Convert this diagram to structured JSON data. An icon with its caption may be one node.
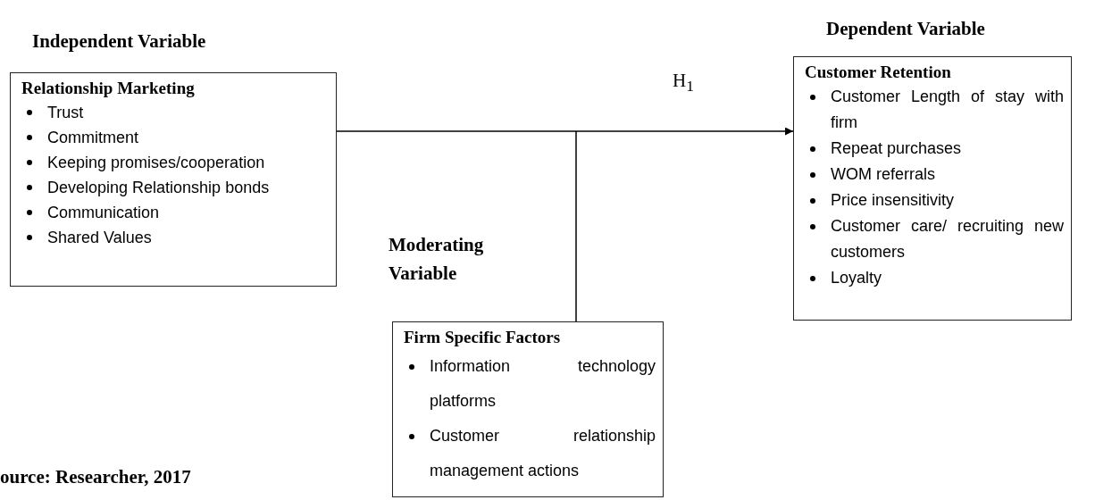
{
  "diagram": {
    "nodes": [
      {
        "text": [
          "Relationship Marketing",
          "Trust",
          "Commitment",
          "Keeping promises/cooperation",
          "Developing Relationship bonds",
          "Communication",
          "Shared Values"
        ]
      },
      {
        "text": [
          "Customer Retention",
          "Customer Length of stay with firm",
          "Repeat purchases",
          "WOM referrals",
          "Price insensitivity",
          "Customer care/ recruiting new customers",
          "Loyalty"
        ]
      },
      {
        "text": [
          "Firm Specific Factors",
          "Information technology platforms",
          "Customer relationship management actions"
        ]
      }
    ],
    "edges": [
      {
        "from": 0,
        "to": 1,
        "arrow": "to",
        "label": "H$_{1}$"
      },
      {
        "from": 2,
        "to": null,
        "arrow": "none"
      }
    ],
    "labels": [
      "Independent Variable",
      "Dependent Variable",
      "Moderating Variable",
      "ource: Researcher, 2017"
    ]
  }
}
